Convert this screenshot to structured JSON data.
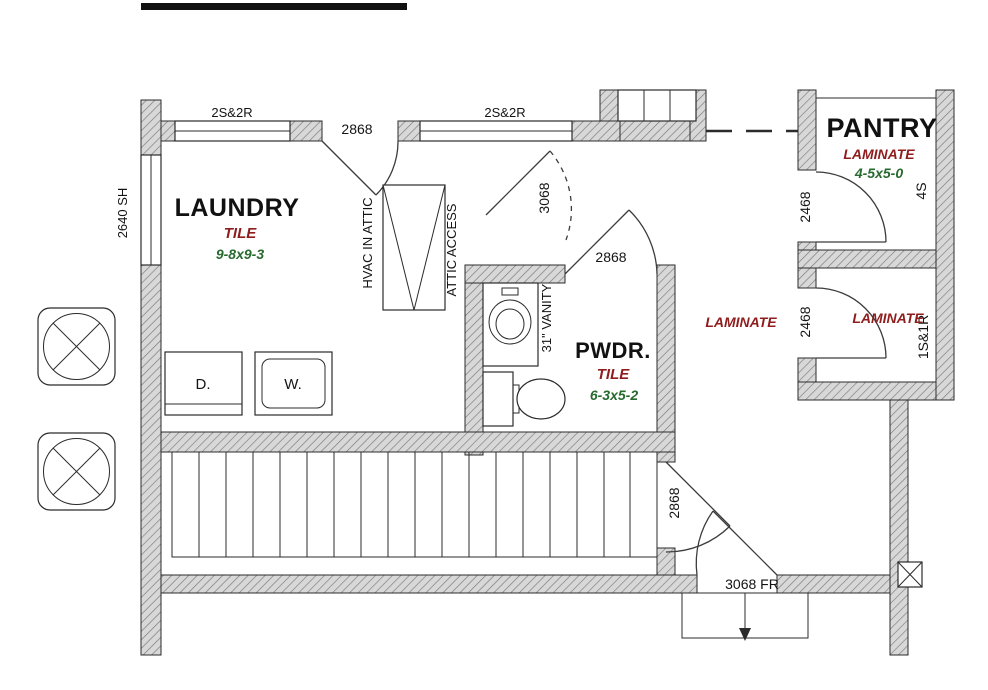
{
  "colors": {
    "material": "#8f1d1d",
    "size_green": "#276a2e",
    "ink": "#141414",
    "wall_gray": "#d8d8d8"
  },
  "rooms": {
    "laundry": {
      "name": "LAUNDRY",
      "floor": "TILE",
      "size": "9-8x9-3"
    },
    "powder": {
      "name": "PWDR.",
      "floor": "TILE",
      "size": "6-3x5-2"
    },
    "pantry": {
      "name": "PANTRY",
      "floor": "LAMINATE",
      "size": "4-5x5-0"
    },
    "hall": {
      "floor": "LAMINATE"
    },
    "closet": {
      "floor": "LAMINATE"
    }
  },
  "labels": {
    "window_top_left": "2S&2R",
    "window_top_right": "2S&2R",
    "door_laundry": "2868",
    "door_hall": "3068",
    "window_left": "2640 SH",
    "door_powder": "2868",
    "door_pantry": "2468",
    "door_closet": "2468",
    "pantry_shelves": "4S",
    "closet_shelves": "1S&1R",
    "door_stair_hall": "2868",
    "door_front": "3068 FR",
    "hvac": "HVAC IN ATTIC",
    "attic": "ATTIC ACCESS",
    "vanity": "31\" VANITY",
    "dryer": "D.",
    "washer": "W."
  }
}
